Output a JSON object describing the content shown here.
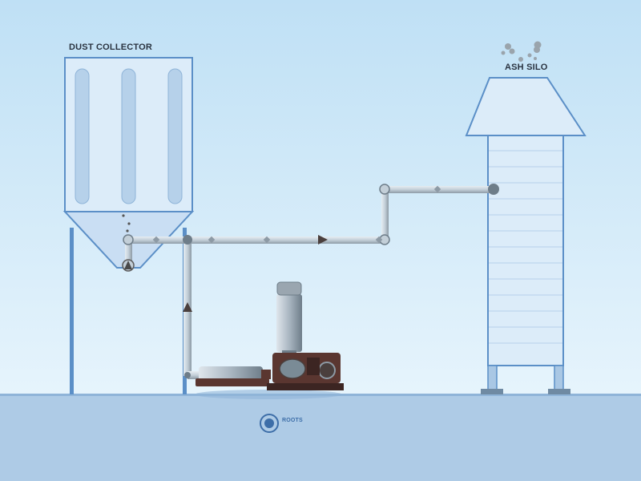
{
  "labels": {
    "dust_collector": "DUST COLLECTOR",
    "ash_silo": "ASH SILO",
    "blower_brand": "ROOTS"
  },
  "flow": {
    "direction": "dust collector to ash silo",
    "arrows": [
      "up",
      "right"
    ]
  },
  "colors": {
    "sky_top": "#bfe0f5",
    "sky_bottom": "#e6f4fc",
    "ground": "#aecbe6",
    "vessel_fill": "#dcecf9",
    "vessel_stroke": "#5b8fc7",
    "pipe": "#c3cfd8",
    "pipe_stroke": "#8d9aa5",
    "blower_body": "#5a3630",
    "roots_logo": "#3d6ea8"
  },
  "icons": [
    "dust-collector",
    "ash-silo",
    "roots-blower",
    "flow-arrow-icon",
    "smoke-puffs",
    "roots-logo-icon"
  ]
}
